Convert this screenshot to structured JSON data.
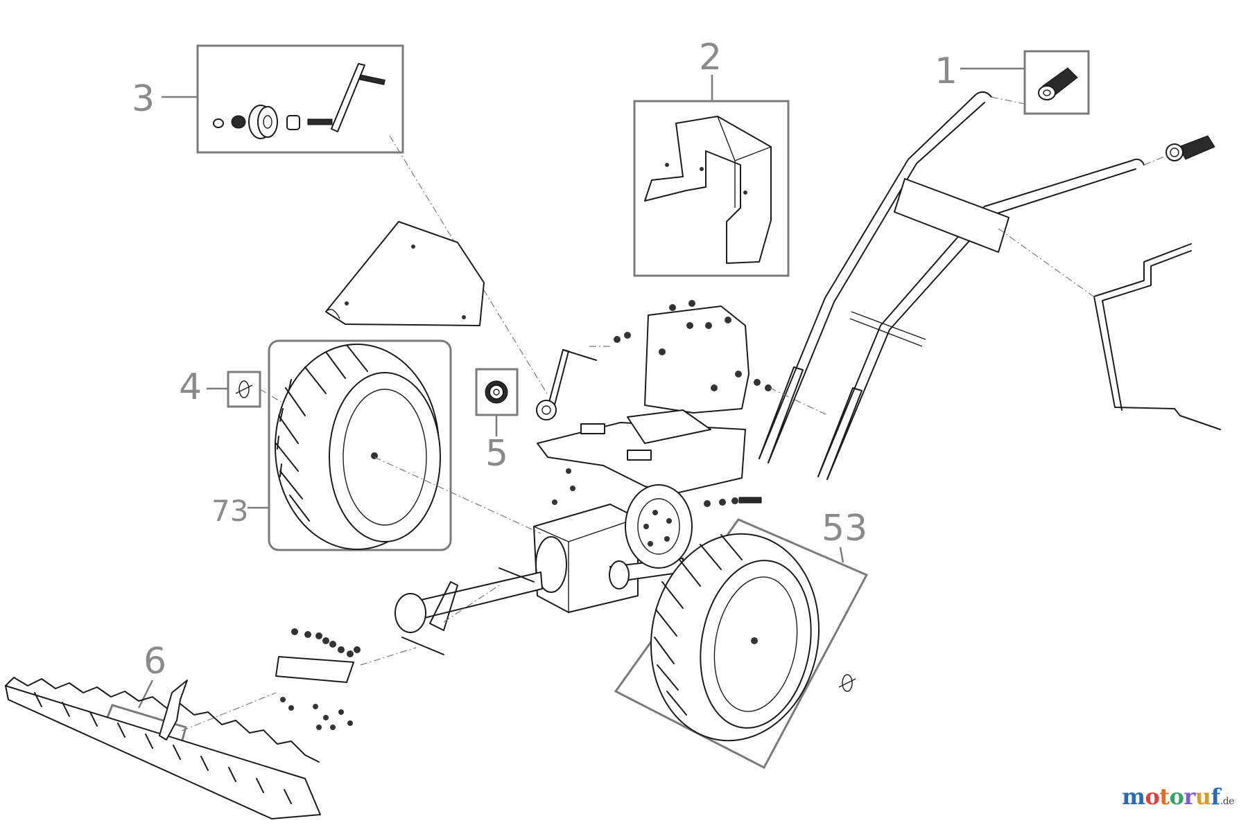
{
  "labels": {
    "part_1": "1",
    "part_2": "2",
    "part_3": "3",
    "part_4": "4",
    "part_5": "5",
    "part_6": "6",
    "part_53": "53",
    "part_73": "73"
  },
  "watermark": {
    "letters": [
      "m",
      "o",
      "t",
      "o",
      "r",
      "u",
      "f"
    ],
    "colors": [
      "#2b6cb0",
      "#e53e3e",
      "#dd6b20",
      "#38a169",
      "#805ad5",
      "#d69e2e",
      "#2b6cb0"
    ],
    "tld": ".de"
  }
}
